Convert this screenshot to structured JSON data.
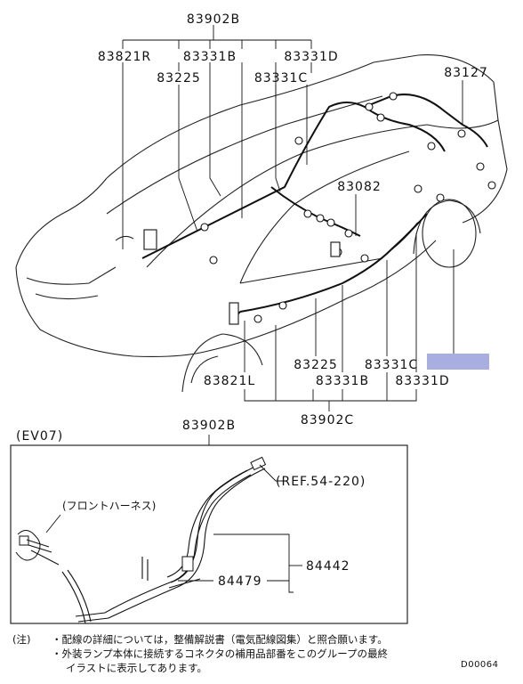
{
  "top_labels": {
    "b83902": "83902B",
    "r83821": "83821R",
    "b83331": "83331B",
    "d83331_top": "83331D",
    "p83225_top": "83225",
    "c83331_top": "83331C",
    "p83127": "83127",
    "p83082": "83082"
  },
  "bottom_labels": {
    "p83225": "83225",
    "c83331": "83331C",
    "l83821": "83821L",
    "b83331": "83331B",
    "d83331": "83331D",
    "c83902": "83902C"
  },
  "highlight_color": "#a9aee0",
  "detail": {
    "frame_title": "(EV07)",
    "part_83902b": "83902B",
    "ref": "(REF.54-220)",
    "front_harness": "(フロントハーネス)",
    "part_84442": "84442",
    "part_84479": "84479"
  },
  "notes": {
    "lead": "(注)",
    "line1": "・配線の詳細については，整備解説書（電気配線図集）と照合願います。",
    "line2": "・外装ランプ本体に接続するコネクタの補用品部番をこのグループの最終",
    "line3": "イラストに表示してあります。"
  },
  "doc_code": "D00064"
}
